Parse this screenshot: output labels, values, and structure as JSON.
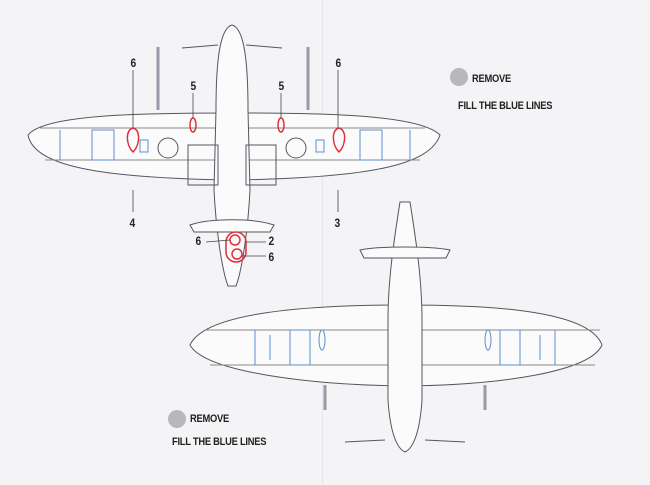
{
  "legend_top": {
    "remove_label": "REMOVE",
    "fill_label": "FILL THE BLUE LINES"
  },
  "legend_bottom": {
    "remove_label": "REMOVE",
    "fill_label": "FILL THE BLUE LINES"
  },
  "callouts": [
    "6",
    "5",
    "5",
    "6",
    "4",
    "3",
    "6",
    "2",
    "6"
  ],
  "colors": {
    "outline": "#555560",
    "blue_lines": "#5b8fd0",
    "red_marks": "#e0303a",
    "remove_grey": "#b8b8bc"
  }
}
